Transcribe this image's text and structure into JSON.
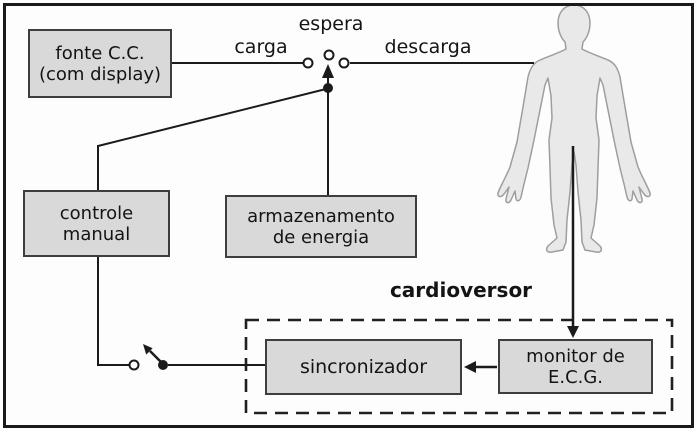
{
  "window": {
    "background": "#ffffff",
    "frame_color": "#1a1a1a"
  },
  "blocks": {
    "fonte_cc": {
      "line1": "fonte C.C.",
      "line2": "(com display)"
    },
    "controle_manual": {
      "line1": "controle",
      "line2": "manual"
    },
    "armazenamento_energia": {
      "line1": "armazenamento",
      "line2": "de energia"
    },
    "sincronizador": {
      "label": "sincronizador"
    },
    "monitor_ecg": {
      "line1": "monitor de",
      "line2": "E.C.G."
    }
  },
  "switch_position_labels": {
    "carga": "carga",
    "espera": "espera",
    "descarga": "descarga"
  },
  "group_labels": {
    "cardioversor": "cardioversor"
  },
  "icons": {
    "selector_switch": "selector-switch-icon (three open contacts, pole arrow at espera)",
    "manual_switch": "manual-switch-icon (open contact with lever arrow)",
    "patient_body": "patient-body-icon (human silhouette)"
  },
  "colors": {
    "box_fill": "#d9d9d9",
    "box_border": "#3e3e3e",
    "line": "#1b1b1b",
    "dashed_border": "#202020",
    "body_fill": "#e9e9e9",
    "body_outline": "#9e9e9e",
    "text": "#141414"
  }
}
